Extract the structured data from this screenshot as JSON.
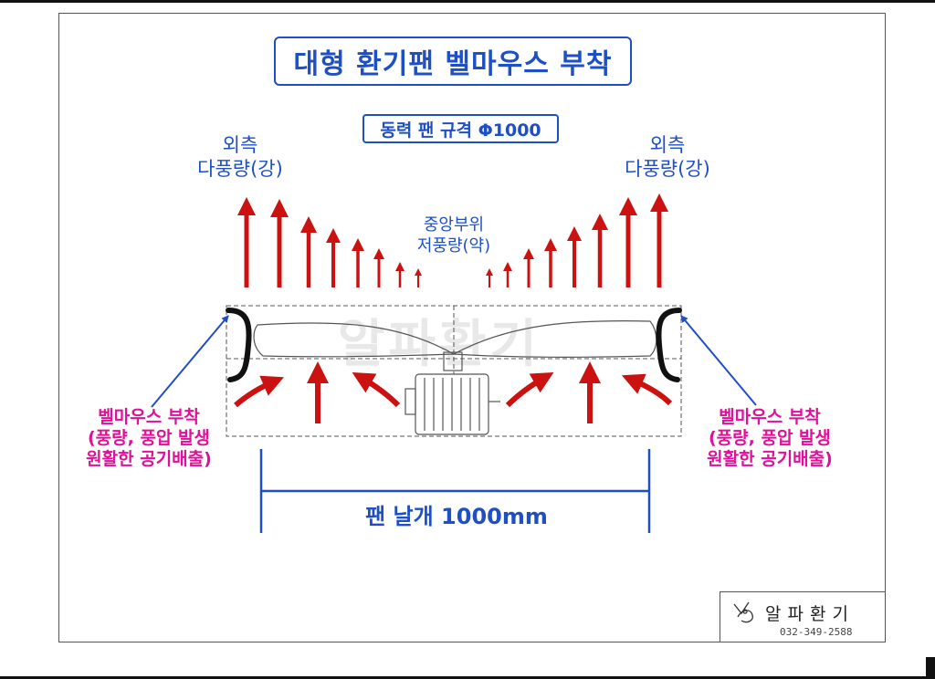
{
  "title": "대형 환기팬 벨마우스 부착",
  "subtitle": "동력 팬 규격 Φ1000",
  "left_outer_label": {
    "line1": "외측",
    "line2": "다풍량(강)"
  },
  "right_outer_label": {
    "line1": "외측",
    "line2": "다풍량(강)"
  },
  "center_label": {
    "line1": "중앙부위",
    "line2": "저풍량(약)"
  },
  "left_bellmouth_label": {
    "line1": "벨마우스 부착",
    "line2": "(풍량, 풍압 발생",
    "line3": "원활한 공기배출)"
  },
  "right_bellmouth_label": {
    "line1": "벨마우스 부착",
    "line2": "(풍량, 풍압 발생",
    "line3": "원활한 공기배출)"
  },
  "dimension_label": "팬 날개 1000mm",
  "watermark": "알파환기",
  "company": {
    "name": "알파환기",
    "phone": "032-349-2588"
  },
  "colors": {
    "blue": "#1f4fc4",
    "pink": "#e0109a",
    "red": "#cc1111",
    "outline": "#333333"
  }
}
